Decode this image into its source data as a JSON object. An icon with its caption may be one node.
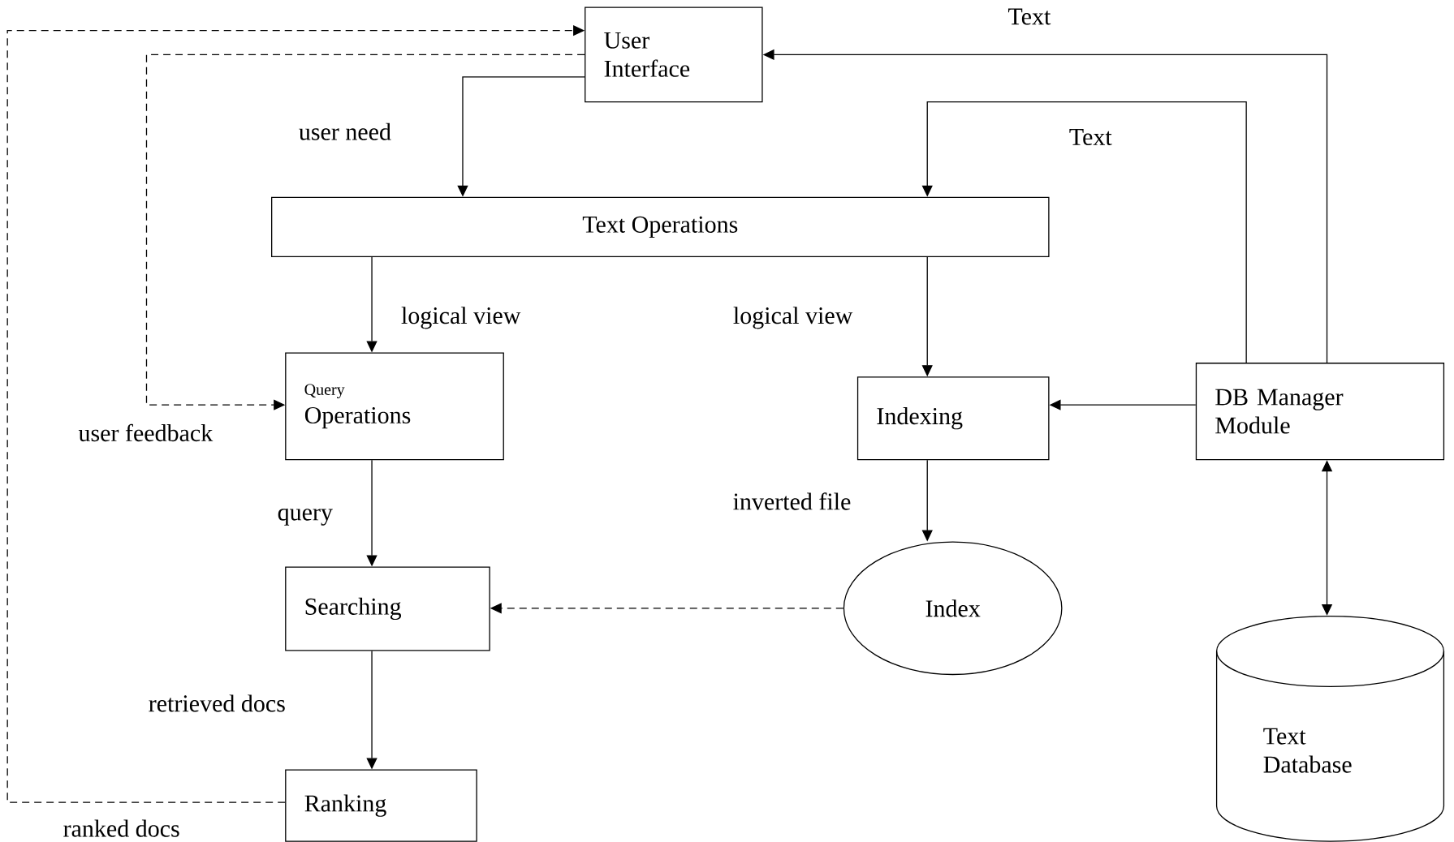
{
  "diagram": {
    "nodes": [
      {
        "text": [
          "User Interface"
        ]
      },
      {
        "text": [
          "Text Operations"
        ]
      },
      {
        "text": [
          "Query",
          "Operations"
        ]
      },
      {
        "text": [
          "Indexing"
        ]
      },
      {
        "text": [
          "DB Manager Module"
        ]
      },
      {
        "text": [
          "Searching"
        ]
      },
      {
        "text": [
          "Index"
        ]
      },
      {
        "text": [
          "Ranking"
        ]
      },
      {
        "text": [
          "Text Database"
        ]
      }
    ],
    "edges": [
      {
        "from": 0,
        "to": 1,
        "arrow": "to",
        "label": "user need"
      },
      {
        "from": 4,
        "to": 1,
        "arrow": "to",
        "label": "Text"
      },
      {
        "from": 4,
        "to": 0,
        "arrow": "to",
        "label": "Text"
      },
      {
        "from": 1,
        "to": 2,
        "arrow": "to",
        "label": "logical view"
      },
      {
        "from": 1,
        "to": 3,
        "arrow": "to",
        "label": "logical view"
      },
      {
        "from": 4,
        "to": 3,
        "arrow": "to"
      },
      {
        "from": 2,
        "to": 5,
        "arrow": "to",
        "label": "query"
      },
      {
        "from": 3,
        "to": 6,
        "arrow": "to",
        "label": "inverted file"
      },
      {
        "from": 6,
        "to": 5,
        "arrow": "to",
        "style": "dashed"
      },
      {
        "from": 5,
        "to": 7,
        "arrow": "to",
        "label": "retrieved docs"
      },
      {
        "from": 7,
        "to": 0,
        "arrow": "to",
        "style": "dashed",
        "label": "ranked docs"
      },
      {
        "from": 0,
        "to": 2,
        "arrow": "to",
        "style": "dashed",
        "label": "user feedback"
      },
      {
        "from": 4,
        "to": 8,
        "arrow": "both"
      }
    ]
  }
}
